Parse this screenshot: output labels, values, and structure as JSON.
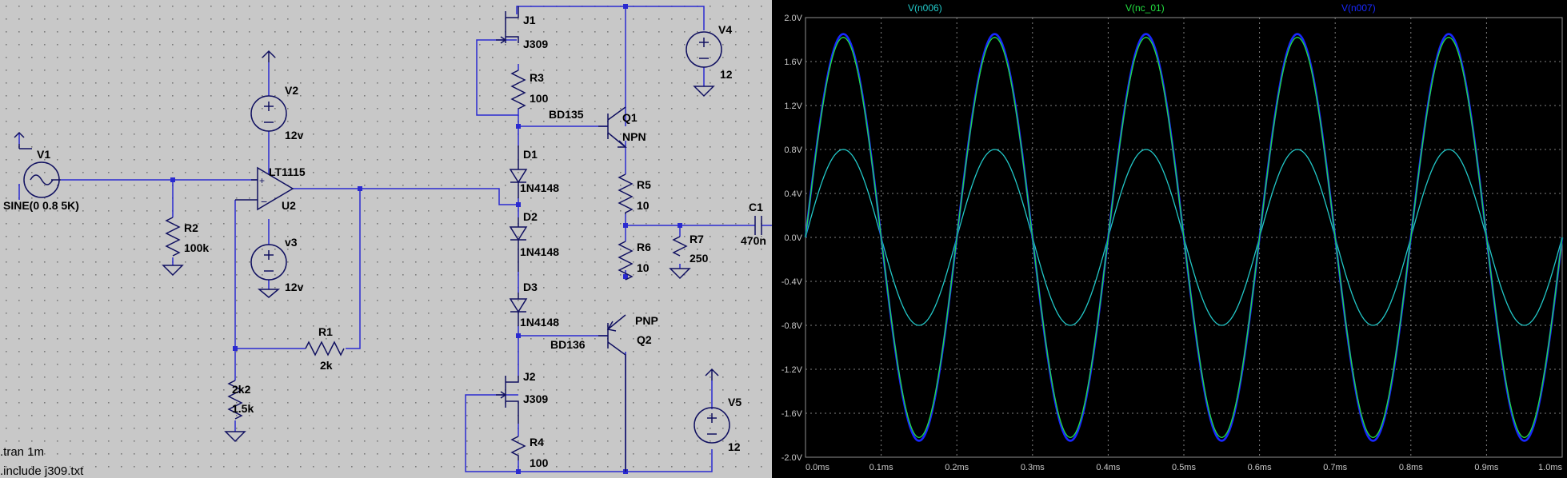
{
  "schematic": {
    "components": [
      {
        "ref": "V1",
        "value": "SINE(0 0.8 5K)"
      },
      {
        "ref": "R2",
        "value": "100k"
      },
      {
        "ref": "V2",
        "value": "12v"
      },
      {
        "ref": "v3",
        "value": "12v"
      },
      {
        "ref": "U2",
        "value": "LT1115"
      },
      {
        "ref": "R1",
        "value": "2k"
      },
      {
        "ref": "2k2",
        "value": "1.5k"
      },
      {
        "ref": "J1",
        "value": "J309"
      },
      {
        "ref": "R3",
        "value": "100"
      },
      {
        "ref": "D1",
        "value": "1N4148"
      },
      {
        "ref": "D2",
        "value": "1N4148"
      },
      {
        "ref": "D3",
        "value": "1N4148"
      },
      {
        "ref": "J2",
        "value": "J309"
      },
      {
        "ref": "R4",
        "value": "100"
      },
      {
        "ref": "Q1",
        "value": "NPN",
        "model": "BD135"
      },
      {
        "ref": "Q2",
        "value": "PNP",
        "model": "BD136"
      },
      {
        "ref": "R5",
        "value": "10"
      },
      {
        "ref": "R6",
        "value": "10"
      },
      {
        "ref": "R7",
        "value": "250"
      },
      {
        "ref": "C1",
        "value": "470n"
      },
      {
        "ref": "V4",
        "value": "12"
      },
      {
        "ref": "V5",
        "value": "12"
      }
    ],
    "directives": [
      ".tran 1m",
      ".include j309.txt"
    ]
  },
  "colors": {
    "schematic_bg": "#c8c8c8",
    "wire": "#2a2ad0",
    "component": "#101060",
    "plot_bg": "#000000",
    "grid": "#808080",
    "axis_text": "#c8c8c8",
    "trace_1": "#22c8c8",
    "trace_2": "#22e040",
    "trace_3": "#1828ff"
  },
  "chart_data": {
    "type": "line",
    "xlabel": "",
    "ylabel": "",
    "xlim": [
      0,
      1.0
    ],
    "ylim": [
      -2.0,
      2.0
    ],
    "x_ticks": [
      "0.0ms",
      "0.1ms",
      "0.2ms",
      "0.3ms",
      "0.4ms",
      "0.5ms",
      "0.6ms",
      "0.7ms",
      "0.8ms",
      "0.9ms",
      "1.0ms"
    ],
    "y_ticks": [
      "2.0V",
      "1.6V",
      "1.2V",
      "0.8V",
      "0.4V",
      "0.0V",
      "-0.4V",
      "-0.8V",
      "-1.2V",
      "-1.6V",
      "-2.0V"
    ],
    "grid": true,
    "legend": "top",
    "series": [
      {
        "name": "V(n006)",
        "type": "sine",
        "frequency_khz": 5,
        "amplitude_v": 0.8,
        "color": "#22c8c8"
      },
      {
        "name": "V(nc_01)",
        "type": "sine",
        "frequency_khz": 5,
        "amplitude_v": 1.82,
        "color": "#22e040"
      },
      {
        "name": "V(n007)",
        "type": "sine",
        "frequency_khz": 5,
        "amplitude_v": 1.85,
        "color": "#1828ff"
      }
    ]
  }
}
